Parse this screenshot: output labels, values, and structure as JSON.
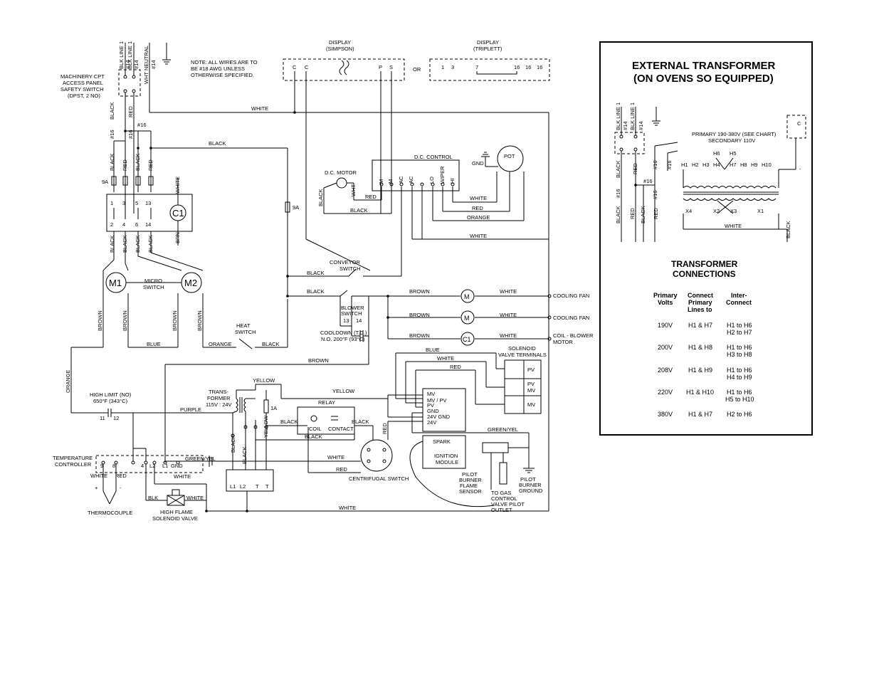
{
  "main_labels": {
    "blk_line1": "BLK LINE 1",
    "awg14a": "#14",
    "blk_line1b": "BLK LINE 1",
    "awg14b": "#14",
    "wht_neutral": "WHT NEUTRAL",
    "awg14c": "#14",
    "cpt_l1": "MACHINERY CPT",
    "cpt_l2": "ACCESS PANEL",
    "cpt_l3": "SAFETY SWITCH",
    "cpt_l4": "(DPST, 2 NO)",
    "note_l1": "NOTE: ALL WIRES ARE TO",
    "note_l2": "BE #18 AWG UNLESS",
    "note_l3": "OTHERWISE SPECIFIED.",
    "disp_simpson_l1": "DISPLAY",
    "disp_simpson_l2": "(SIMPSON)",
    "disp_triplett_l1": "DISPLAY",
    "disp_triplett_l2": "(TRIPLETT)",
    "c1": "C",
    "c2": "C",
    "p": "P",
    "s": "S",
    "or": "OR",
    "t1": "1",
    "t3": "3",
    "t7": "7",
    "t16a": "16",
    "t16b": "16",
    "t16c": "16",
    "white_top": "WHITE",
    "black_v1": "BLACK",
    "red_v1": "RED",
    "awg16_v1": "#16",
    "awg16_h": "#16",
    "awg16_v2": "#16",
    "black_top": "BLACK",
    "black_v2": "BLACK",
    "red_v2": "RED",
    "black_v3": "BLACK",
    "red_v3": "RED",
    "fuse9a_l": "9A",
    "white_v": "WHITE",
    "n1": "1",
    "n3": "3",
    "n5": "5",
    "n13": "13",
    "n2": "2",
    "n4": "4",
    "n6": "6",
    "n14": "14",
    "c1_label": "C1",
    "brn_v": "BRN",
    "fuse9a_r": "9A",
    "black_m1a": "BLACK",
    "black_m1b": "BLACK",
    "black_m1c": "BLACK",
    "black_m1d": "BLACK",
    "m1": "M1",
    "m2": "M2",
    "micro_l1": "MICRO",
    "micro_l2": "SWITCH",
    "brown_a": "BROWN",
    "brown_b": "BROWN",
    "brown_c": "BROWN",
    "brown_d": "BROWN",
    "blue_mid": "BLUE",
    "orange_mid": "ORANGE",
    "heat_l1": "HEAT",
    "heat_l2": "SWITCH",
    "black_heat": "BLACK",
    "dc_control": "D.C. CONTROL",
    "dc_motor": "D.C. MOTOR",
    "pot": "POT",
    "gnd": "GND",
    "m_a": "M",
    "m_b": "M",
    "ac_a": "AC",
    "ac_b": "AC",
    "lo": "LO",
    "wiper": "WIPER",
    "hi": "HI",
    "wht_motor": "WHT",
    "black_motor": "BLACK",
    "red_motor": "RED",
    "black_motor2": "BLACK",
    "white_dc": "WHITE",
    "red_dc": "RED",
    "orange_dc": "ORANGE",
    "white_dc2": "WHITE",
    "conv_l1": "CONVEYOR",
    "conv_l2": "SWITCH",
    "black_conv": "BLACK",
    "black_blow": "BLACK",
    "blow_l1": "BLOWER",
    "blow_l2": "SWITCH",
    "b13": "13",
    "b14": "14",
    "cool_l1": "COOLDOWN (T.C.)",
    "cool_l2": "N.O. 200°F (93°C)",
    "brown_f1": "BROWN",
    "white_f1": "WHITE",
    "fan1": "COOLING FAN",
    "brown_f2": "BROWN",
    "white_f2": "WHITE",
    "fan2": "COOLING FAN",
    "brown_f3": "BROWN",
    "white_f3": "WHITE",
    "coil_l1": "COIL - BLOWER",
    "coil_l2": "MOTOR",
    "motor_m1": "M",
    "motor_m2": "M",
    "motor_c1": "C1",
    "orange_v": "ORANGE",
    "brown_lower": "BROWN",
    "blue_lower": "BLUE",
    "white_lower": "WHITE",
    "red_lower": "RED",
    "sol_l1": "SOLENOID",
    "sol_l2": "VALVE TERMINALS",
    "pv": "PV",
    "pvmv_a": "PV",
    "pvmv_b": "MV",
    "mv": "MV",
    "hl_l1": "HIGH LIMIT (NO)",
    "hl_l2": "650°F (343°C)",
    "hl11": "11",
    "hl12": "12",
    "purple": "PURPLE",
    "yellow_a": "YELLOW",
    "yellow_b": "YELLOW",
    "tr_l1": "TRANS-",
    "tr_l2": "FORMER",
    "tr_l3": "115V : 24V",
    "fuse1a": "1A",
    "relay": "RELAY",
    "coil": "COIL",
    "contact": "CONTACT",
    "black_r1": "BLACK",
    "black_r2": "BLACK",
    "black_r3": "BLACK",
    "black_tv": "BLACK",
    "black_tv2": "BLACK",
    "yellow_v": "YELLOW",
    "red_v_ign": "RED",
    "im_mv": "MV",
    "im_mvpv": "MV / PV",
    "im_pv": "PV",
    "im_gnd": "GND",
    "im_24gnd": "24V GND",
    "im_24v": "24V",
    "green_yel": "GREEN/YEL",
    "spark": "SPARK",
    "ign_l1": "IGNITION",
    "ign_l2": "MODULE",
    "temp_l1": "TEMPERATURE",
    "temp_l2": "CONTROLLER",
    "tc9": "9",
    "tc8": "8",
    "tc4": "4",
    "tcl2": "L2",
    "tcl1": "L1",
    "tcgnd": "GND",
    "wht_tc": "WHITE",
    "red_tc": "RED",
    "greenyel_tc": "GREEN/YEL",
    "white_r": "WHITE",
    "red_r": "RED",
    "white_r2": "WHITE",
    "cent": "CENTRIFUGAL SWITCH",
    "l1": "L1",
    "l2": "L2",
    "tt1": "T",
    "tt2": "T",
    "plus": "+",
    "minus": "-",
    "thermo": "THERMOCOUPLE",
    "blk_hf": "BLK",
    "white_hf": "WHITE",
    "hf_l1": "HIGH FLAME",
    "hf_l2": "SOLENOID VALVE",
    "white_bottom": "WHITE",
    "pbfs_l1": "PILOT",
    "pbfs_l2": "BURNER",
    "pbfs_l3": "FLAME",
    "pbfs_l4": "SENSOR",
    "gas_l1": "TO GAS",
    "gas_l2": "CONTROL",
    "gas_l3": "VALVE PILOT",
    "gas_l4": "OUTLET",
    "pbg_l1": "PILOT",
    "pbg_l2": "BURNER",
    "pbg_l3": "GROUND"
  },
  "panel": {
    "title_l1": "EXTERNAL TRANSFORMER",
    "title_l2": "(ON OVENS SO EQUIPPED)",
    "blk1a": "BLK LINE 1",
    "p14a": "#14",
    "blk1b": "BLK LINE 1",
    "p14b": "#14",
    "c": "C",
    "primary_l1": "PRIMARY 190-380V (SEE CHART)",
    "primary_l2": "SECONDARY 110V",
    "h6": "H6",
    "h5": "H5",
    "taps": [
      "H1",
      "H2",
      "H3",
      "H4",
      "H7",
      "H8",
      "H9",
      "H10"
    ],
    "black_a": "BLACK",
    "red_a": "RED",
    "p16a": "#16",
    "p16b": "#16",
    "p16c": "#16",
    "p16d": "#16",
    "p16e": "#16",
    "black_b": "BLACK",
    "red_b": "RED",
    "black_c": "BLACK",
    "red_c": "RED",
    "x4": "X4",
    "x2": "X2",
    "x3": "X3",
    "x1": "X1",
    "white": "WHITE",
    "black_d": "BLACK",
    "minus": "-",
    "tc_title_l1": "TRANSFORMER",
    "tc_title_l2": "CONNECTIONS",
    "col1_l1": "Primary",
    "col1_l2": "Volts",
    "col2_l1": "Connect",
    "col2_l2": "Primary",
    "col2_l3": "Lines to",
    "col3_l1": "Inter-",
    "col3_l2": "Connect",
    "rows": [
      {
        "volts": "190V",
        "connect": "H1 & H7",
        "inter": [
          "H1 to H6",
          "H2 to H7"
        ]
      },
      {
        "volts": "200V",
        "connect": "H1 & H8",
        "inter": [
          "H1 to H6",
          "H3 to H8"
        ]
      },
      {
        "volts": "208V",
        "connect": "H1 & H9",
        "inter": [
          "H1 to H6",
          "H4 to H9"
        ]
      },
      {
        "volts": "220V",
        "connect": "H1 & H10",
        "inter": [
          "H1 to H6",
          "H5 to H10"
        ]
      },
      {
        "volts": "380V",
        "connect": "H1 & H7",
        "inter": [
          "H2 to H6"
        ]
      }
    ]
  }
}
